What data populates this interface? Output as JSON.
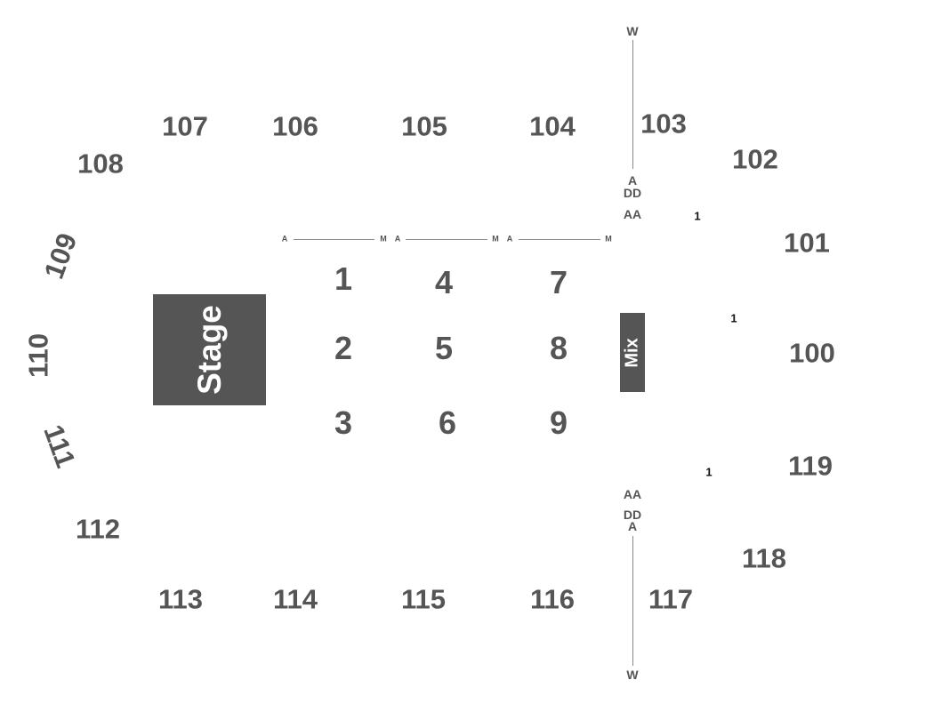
{
  "stage": {
    "label": "Stage"
  },
  "mix": {
    "label": "Mix"
  },
  "sections": {
    "s100": "100",
    "s101": "101",
    "s102": "102",
    "s103": "103",
    "s104": "104",
    "s105": "105",
    "s106": "106",
    "s107": "107",
    "s108": "108",
    "s109": "109",
    "s110": "110",
    "s111": "111",
    "s112": "112",
    "s113": "113",
    "s114": "114",
    "s115": "115",
    "s116": "116",
    "s117": "117",
    "s118": "118",
    "s119": "119"
  },
  "floor_sections": [
    "1",
    "2",
    "3",
    "4",
    "5",
    "6",
    "7",
    "8",
    "9"
  ],
  "row_markers": {
    "w_top": "W",
    "a_top": "A",
    "dd_top": "DD",
    "aa_top": "AA",
    "aa_bottom": "AA",
    "dd_bottom": "DD",
    "a_bottom": "A",
    "w_bottom": "W"
  },
  "floor_row_markers": {
    "a1": "A",
    "m1": "M",
    "a2": "A",
    "m2": "M",
    "a3": "A",
    "m3": "M"
  },
  "row_one_markers": [
    "1",
    "1",
    "1"
  ]
}
